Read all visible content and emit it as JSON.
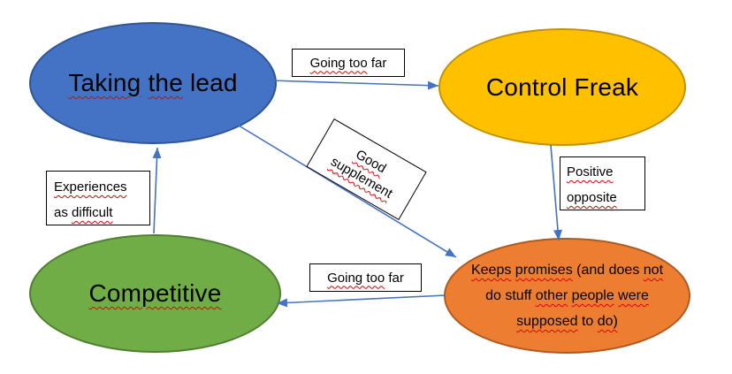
{
  "colors": {
    "arrow": "#5B87CD",
    "squiggle": "#E60000",
    "box_border": "#000000",
    "text": "#000000",
    "background": "#FFFFFF"
  },
  "nodes": {
    "taking_the_lead": {
      "label": "Taking the lead",
      "fill": "#4472C4",
      "border": "#2F5597",
      "segments": [
        {
          "t": "Taking",
          "sq": true
        },
        {
          "t": " ",
          "sq": false
        },
        {
          "t": "the",
          "sq": true
        },
        {
          "t": " lead",
          "sq": false
        }
      ]
    },
    "control_freak": {
      "label": "Control Freak",
      "fill": "#FFC000",
      "border": "#C49102",
      "segments": [
        {
          "t": "Control Freak",
          "sq": false
        }
      ]
    },
    "competitive": {
      "label": "Competitive",
      "fill": "#70AD47",
      "border": "#507E32",
      "segments": [
        {
          "t": "Competitive",
          "sq": true
        }
      ]
    },
    "keeps_promises": {
      "label": "Keeps promises (and does not do stuff other people were supposed to do)",
      "fill": "#ED7D31",
      "border": "#AE5A21",
      "lines": [
        [
          {
            "t": "Keeps",
            "sq": true
          },
          {
            "t": " ",
            "sq": false
          },
          {
            "t": "promises",
            "sq": true
          },
          {
            "t": " (and does ",
            "sq": false
          },
          {
            "t": "not",
            "sq": true
          }
        ],
        [
          {
            "t": "do stuff ",
            "sq": false
          },
          {
            "t": "other",
            "sq": true
          },
          {
            "t": " ",
            "sq": false
          },
          {
            "t": "people",
            "sq": true
          },
          {
            "t": " ",
            "sq": false
          },
          {
            "t": "were",
            "sq": true
          }
        ],
        [
          {
            "t": "supposed",
            "sq": true
          },
          {
            "t": " to ",
            "sq": false
          },
          {
            "t": "do)",
            "sq": true
          }
        ]
      ]
    }
  },
  "labels": {
    "going_too_far_top": {
      "text": "Going too far",
      "segments": [
        {
          "t": "Going too",
          "sq": true
        },
        {
          "t": " far",
          "sq": false
        }
      ]
    },
    "good_supplement": {
      "text": "Good supplement",
      "rotation_deg": 30,
      "lines": [
        [
          {
            "t": "Good",
            "sq": true
          }
        ],
        [
          {
            "t": "supplement",
            "sq": true
          }
        ]
      ]
    },
    "positive_opposite": {
      "text": "Positive opposite",
      "lines": [
        [
          {
            "t": "Positive",
            "sq": true
          }
        ],
        [
          {
            "t": "opposite",
            "sq": true
          }
        ]
      ]
    },
    "experiences_as_difficult": {
      "text": "Experiences as difficult",
      "lines": [
        [
          {
            "t": "Experiences",
            "sq": true
          }
        ],
        [
          {
            "t": "as ",
            "sq": false
          },
          {
            "t": "difficult",
            "sq": true
          }
        ]
      ]
    },
    "going_too_far_bottom": {
      "text": "Going too far",
      "segments": [
        {
          "t": "Going too",
          "sq": true
        },
        {
          "t": " far",
          "sq": false
        }
      ]
    }
  },
  "edges": [
    {
      "from": "taking_the_lead",
      "to": "control_freak",
      "label": "Going too far"
    },
    {
      "from": "control_freak",
      "to": "keeps_promises",
      "label": "Positive opposite"
    },
    {
      "from": "taking_the_lead",
      "to": "keeps_promises",
      "label": "Good supplement"
    },
    {
      "from": "keeps_promises",
      "to": "competitive",
      "label": "Going too far"
    },
    {
      "from": "competitive",
      "to": "taking_the_lead",
      "label": "Experiences as difficult"
    }
  ]
}
